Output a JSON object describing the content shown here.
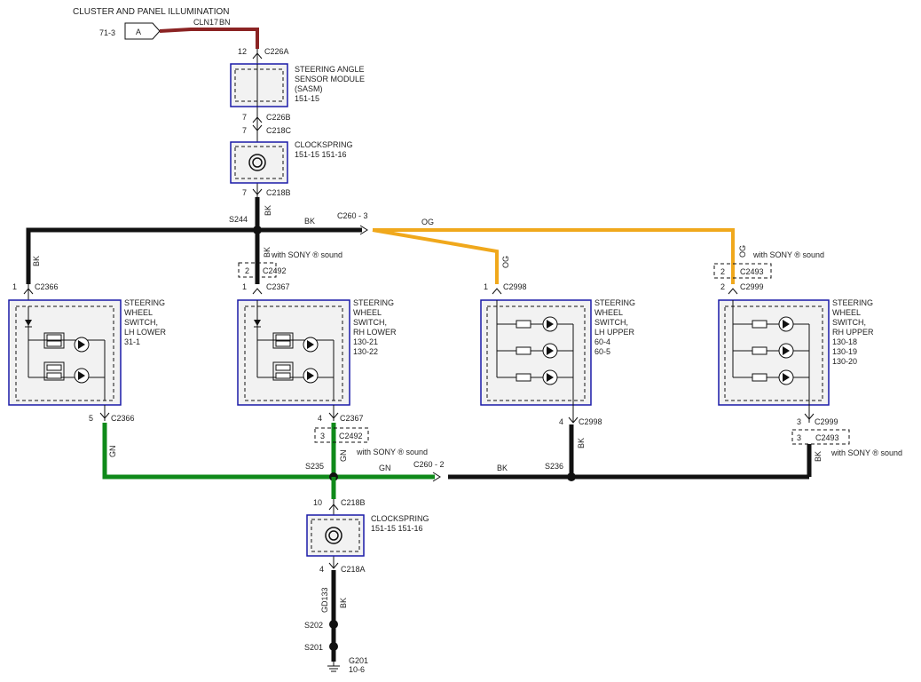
{
  "colors": {
    "black_wire": "#111111",
    "brown_wire": "#8b2323",
    "orange_wire": "#f0a81c",
    "green_wire": "#0f8a1a",
    "module_border": "#1a1aa8",
    "module_fill": "#f2f2f2"
  },
  "header": {
    "title": "CLUSTER AND PANEL ILLUMINATION",
    "ref": "71-3",
    "connector_letter": "A",
    "circuit": "CLN17",
    "circuit_color": "BN"
  },
  "top_chain": {
    "c226a_pin": "12",
    "c226a": "C226A",
    "sasm_name": [
      "STEERING ANGLE",
      "SENSOR MODULE",
      "(SASM)"
    ],
    "sasm_ref": "151-15",
    "c226b_pin": "7",
    "c226b": "C226B",
    "c218c_pin": "7",
    "c218c": "C218C",
    "clockspring_name": "CLOCKSPRING",
    "clockspring_refs": "151-15    151-16",
    "c218b_pin": "7",
    "c218b": "C218B",
    "wire_bk": "BK"
  },
  "bus_top": {
    "splice": "S244",
    "wire_bk": "BK",
    "connector": "C260  -  3",
    "wire_og": "OG"
  },
  "switches": [
    {
      "name": [
        "STEERING",
        "WHEEL",
        "SWITCH,",
        "LH LOWER"
      ],
      "refs": [
        "31-1"
      ],
      "top_pin": "1",
      "top_conn": "C2366",
      "bot_pin": "5",
      "bot_conn": "C2366",
      "top_wire": "BK",
      "bot_wire": "GN"
    },
    {
      "name": [
        "STEERING",
        "WHEEL",
        "SWITCH,",
        "RH LOWER"
      ],
      "refs": [
        "130-21",
        "130-22"
      ],
      "top_pin": "1",
      "top_conn": "C2367",
      "bot_pin": "4",
      "bot_conn": "C2367",
      "top_wire": "BK",
      "bot_wire": "GN",
      "alt_top_pin": "2",
      "alt_top_conn": "C2492",
      "alt_bot_pin": "3",
      "alt_bot_conn": "C2492",
      "sony_note": "with SONY ® sound"
    },
    {
      "name": [
        "STEERING",
        "WHEEL",
        "SWITCH,",
        "LH UPPER"
      ],
      "refs": [
        "60-4",
        "60-5"
      ],
      "top_pin": "1",
      "top_conn": "C2998",
      "bot_pin": "4",
      "bot_conn": "C2998",
      "top_wire": "OG",
      "bot_wire": "BK"
    },
    {
      "name": [
        "STEERING",
        "WHEEL",
        "SWITCH,",
        "RH UPPER"
      ],
      "refs": [
        "130-18",
        "130-19",
        "130-20"
      ],
      "top_pin": "2",
      "top_conn": "C2999",
      "bot_pin": "3",
      "bot_conn": "C2999",
      "top_wire": "OG",
      "bot_wire": "BK",
      "alt_top_pin": "2",
      "alt_top_conn": "C2493",
      "alt_bot_pin": "3",
      "alt_bot_conn": "C2493",
      "sony_note": "with SONY ® sound"
    }
  ],
  "bus_bottom": {
    "splice_left": "S235",
    "wire_gn": "GN",
    "connector": "C260  -  2",
    "wire_bk": "BK",
    "splice_right": "S236"
  },
  "bottom_chain": {
    "c218b_pin": "10",
    "c218b": "C218B",
    "clockspring_name": "CLOCKSPRING",
    "clockspring_refs": "151-15    151-16",
    "c218a_pin": "4",
    "c218a": "C218A",
    "circuit": "GD133",
    "wire_bk": "BK",
    "splice_1": "S202",
    "splice_2": "S201",
    "ground": "G201",
    "ground_ref": "10-6"
  }
}
